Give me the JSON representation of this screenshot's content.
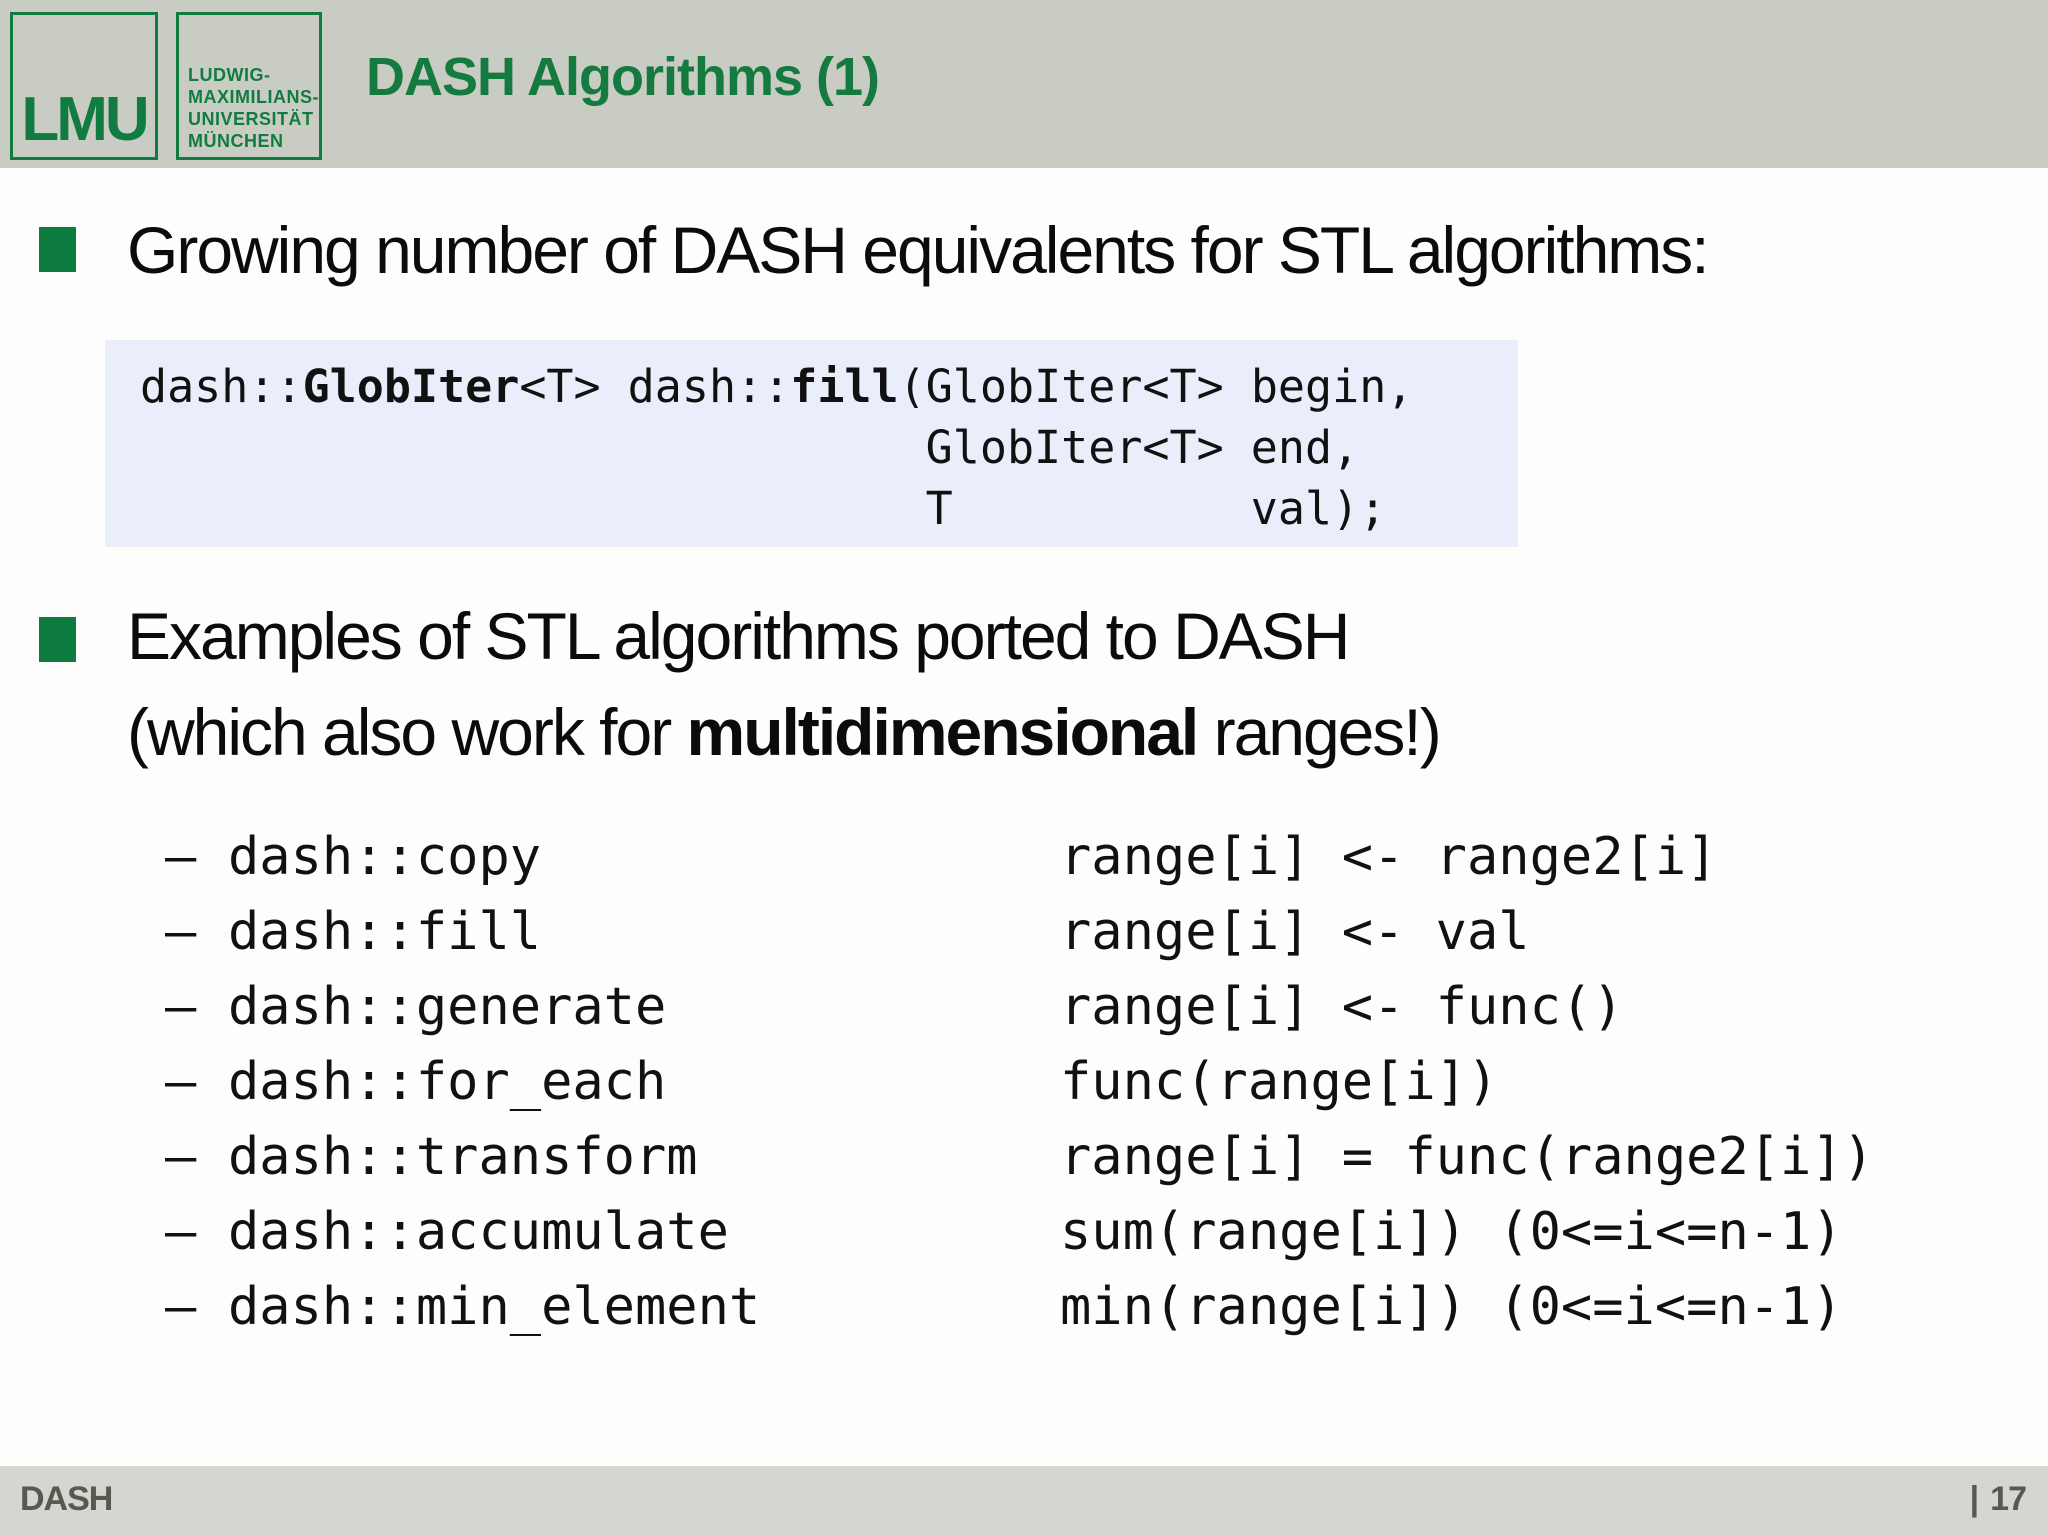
{
  "slide": {
    "header": {
      "title": "DASH Algorithms (1)",
      "logo": {
        "acronym": "LMU",
        "name_line1": "LUDWIG-",
        "name_line2": "MAXIMILIANS-",
        "name_line3": "UNIVERSITÄT",
        "name_line4": "MÜNCHEN"
      }
    },
    "bullet1": {
      "text": "Growing number of DASH equivalents for STL algorithms:"
    },
    "code": {
      "line1_pre": "dash::",
      "line1_bold1": "GlobIter",
      "line1_mid": "<T> dash::",
      "line1_bold2": "fill",
      "line1_post": "(GlobIter<T> begin,",
      "line2": "                             GlobIter<T> end,",
      "line3": "                             T           val);"
    },
    "bullet2": {
      "line1": "Examples of STL algorithms ported to DASH",
      "line2_pre": "(which also work for ",
      "line2_bold": "multidimensional",
      "line2_post": " ranges!)"
    },
    "examples": {
      "marker": "–",
      "rows": [
        {
          "name": "dash::copy",
          "expr": "range[i] <- range2[i]"
        },
        {
          "name": "dash::fill",
          "expr": "range[i] <- val"
        },
        {
          "name": "dash::generate",
          "expr": "range[i] <- func()"
        },
        {
          "name": "dash::for_each",
          "expr": "func(range[i])"
        },
        {
          "name": "dash::transform",
          "expr": "range[i] = func(range2[i])"
        },
        {
          "name": "dash::accumulate",
          "expr": "sum(range[i]) (0<=i<=n-1)"
        },
        {
          "name": "dash::min_element",
          "expr": "min(range[i]) (0<=i<=n-1)"
        }
      ]
    },
    "footer": {
      "left": "DASH",
      "divider": "|",
      "page": "17"
    }
  },
  "colors": {
    "accent_green": "#0e7c3f",
    "title_green": "#157a40",
    "header_bg": "#c9ccc3",
    "code_bg": "#e9eefa",
    "footer_bg": "#d5d5d1",
    "footer_text": "#58584f"
  }
}
